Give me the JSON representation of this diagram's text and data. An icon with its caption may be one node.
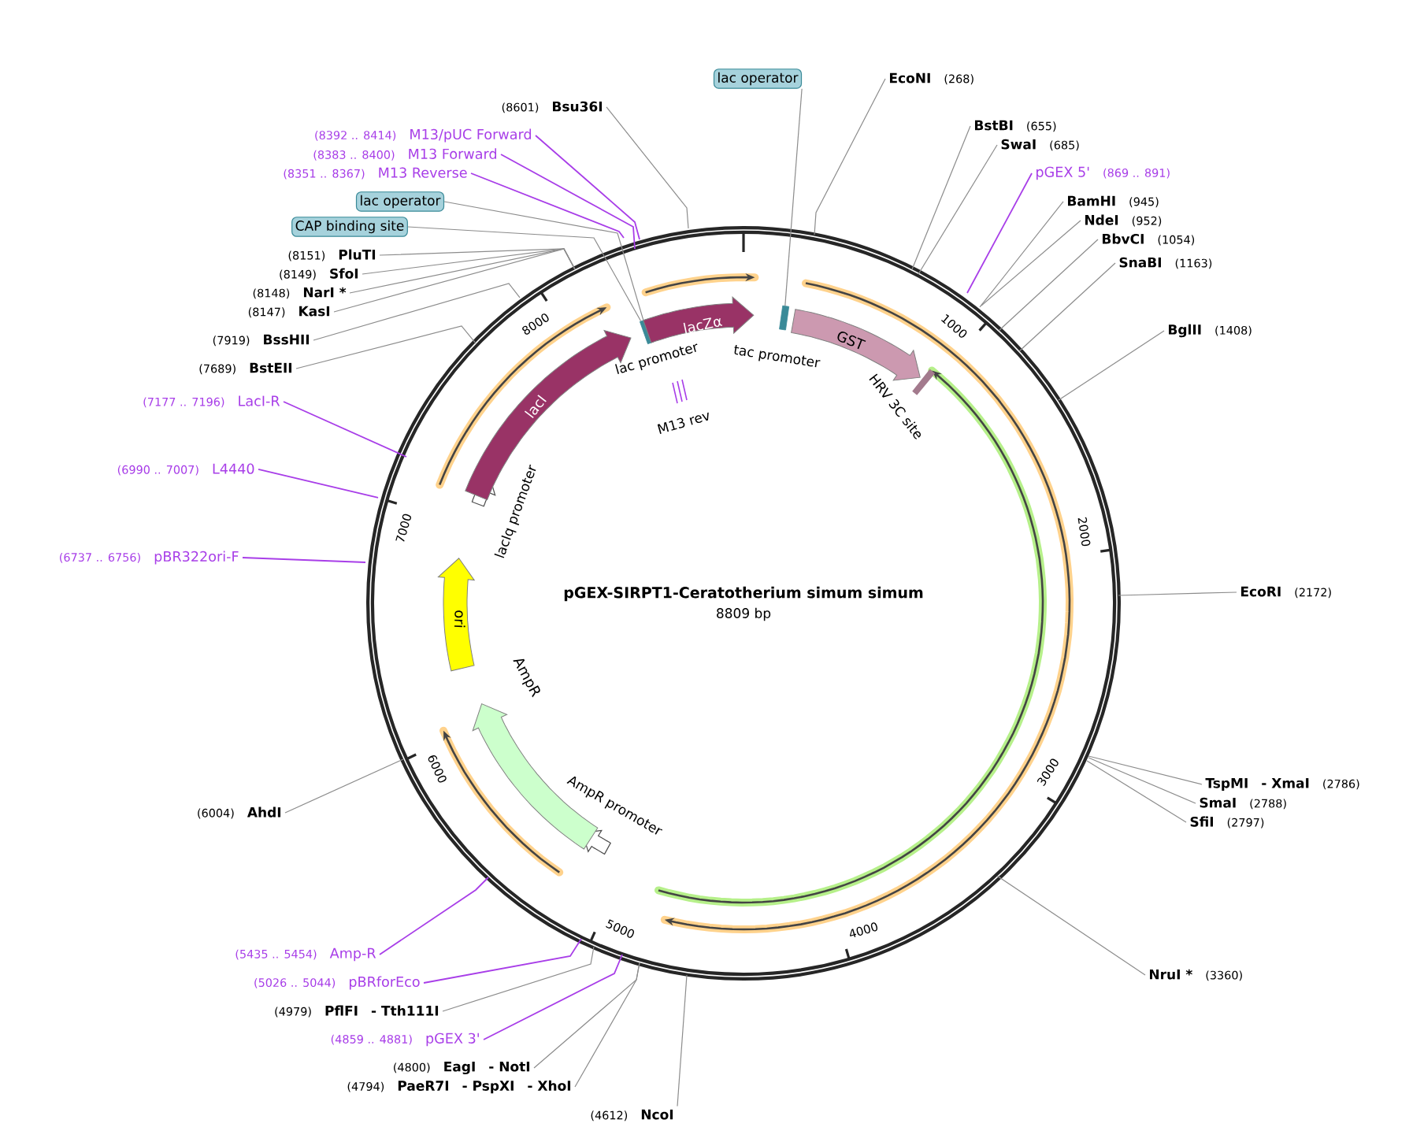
{
  "diagram": {
    "title": "pGEX-SIRPT1-Ceratotherium simum simum",
    "nodes": [
      {
        "text": [
          "(8601)",
          "Bsu36I"
        ]
      },
      {
        "text": [
          "(8392 .. 8414)",
          "M13/pUC Forward"
        ]
      },
      {
        "text": [
          "(8383 .. 8400)",
          "M13 Forward"
        ]
      },
      {
        "text": [
          "(8351 .. 8367)",
          "M13 Reverse"
        ]
      },
      {
        "text": [
          "lac operator"
        ]
      },
      {
        "text": [
          "CAP binding site"
        ]
      },
      {
        "text": [
          "(8151)",
          "PluTI"
        ]
      },
      {
        "text": [
          "(8149)",
          "SfoI"
        ]
      },
      {
        "text": [
          "(8148)",
          "NarI *"
        ]
      },
      {
        "text": [
          "(8147)",
          "KasI"
        ]
      },
      {
        "text": [
          "(7919)",
          "BssHII"
        ]
      },
      {
        "text": [
          "(7689)",
          "BstEII"
        ]
      },
      {
        "text": [
          "(7177 .. 7196)",
          "LacI-R"
        ]
      },
      {
        "text": [
          "(6990 .. 7007)",
          "L4440"
        ]
      },
      {
        "text": [
          "(6737 .. 6756)",
          "pBR322ori-F"
        ]
      },
      {
        "text": [
          "(6004)",
          "AhdI"
        ]
      },
      {
        "text": [
          "(5435 .. 5454)",
          "Amp-R"
        ]
      },
      {
        "text": [
          "(5026 .. 5044)",
          "pBRforEco"
        ]
      },
      {
        "text": [
          "(4979)",
          "PflFI",
          "- Tth111I"
        ]
      },
      {
        "text": [
          "(4859 .. 4881)",
          "pGEX 3'"
        ]
      },
      {
        "text": [
          "(4800)",
          "EagI",
          "- NotI"
        ]
      },
      {
        "text": [
          "(4794)",
          "PaeR7I",
          "- PspXI",
          "- XhoI"
        ]
      },
      {
        "text": [
          "(4612)",
          "NcoI"
        ]
      },
      {
        "text": [
          "lac operator"
        ]
      },
      {
        "text": [
          "EcoNI",
          "(268)"
        ]
      },
      {
        "text": [
          "BstBI",
          "(655)"
        ]
      },
      {
        "text": [
          "SwaI",
          "(685)"
        ]
      },
      {
        "text": [
          "pGEX 5'",
          "(869 .. 891)"
        ]
      },
      {
        "text": [
          "BamHI",
          "(945)"
        ]
      },
      {
        "text": [
          "NdeI",
          "(952)"
        ]
      },
      {
        "text": [
          "BbvCI",
          "(1054)"
        ]
      },
      {
        "text": [
          "SnaBI",
          "(1163)"
        ]
      },
      {
        "text": [
          "BglII",
          "(1408)"
        ]
      },
      {
        "text": [
          "EcoRI",
          "(2172)"
        ]
      },
      {
        "text": [
          "TspMI",
          "- XmaI",
          "(2786)"
        ]
      },
      {
        "text": [
          "SmaI",
          "(2788)"
        ]
      },
      {
        "text": [
          "SfiI",
          "(2797)"
        ]
      },
      {
        "text": [
          "NruI *",
          "(3360)"
        ]
      },
      {
        "text": [
          "lacI"
        ]
      },
      {
        "text": [
          "lacZα"
        ]
      },
      {
        "text": [
          "GST"
        ]
      },
      {
        "text": [
          "ori"
        ]
      },
      {
        "text": [
          "AmpR"
        ]
      },
      {
        "text": [],
        "shape": "box",
        "beside": [
          "lac promoter"
        ]
      },
      {
        "text": [],
        "shape": "box"
      }
    ],
    "edges": [
      {
        "from": 0,
        "to": null,
        "arrow": "none"
      },
      {
        "from": 1,
        "to": null,
        "arrow": "none",
        "color": "#a83ee8"
      },
      {
        "from": 2,
        "to": null,
        "arrow": "none",
        "color": "#a83ee8"
      },
      {
        "from": 3,
        "to": null,
        "arrow": "none",
        "color": "#a83ee8"
      },
      {
        "from": 4,
        "to": 43,
        "arrow": "none"
      },
      {
        "from": 5,
        "to": 43,
        "arrow": "none"
      },
      {
        "from": 6,
        "to": null,
        "arrow": "none"
      },
      {
        "from": 7,
        "to": null,
        "arrow": "none"
      },
      {
        "from": 8,
        "to": null,
        "arrow": "none"
      },
      {
        "from": 9,
        "to": null,
        "arrow": "none"
      },
      {
        "from": 10,
        "to": null,
        "arrow": "none"
      },
      {
        "from": 11,
        "to": null,
        "arrow": "none"
      },
      {
        "from": 12,
        "to": null,
        "arrow": "none",
        "color": "#a83ee8"
      },
      {
        "from": 13,
        "to": null,
        "arrow": "none",
        "color": "#a83ee8"
      },
      {
        "from": 14,
        "to": null,
        "arrow": "none",
        "color": "#a83ee8"
      },
      {
        "from": 15,
        "to": null,
        "arrow": "none"
      },
      {
        "from": 16,
        "to": null,
        "arrow": "none",
        "color": "#a83ee8"
      },
      {
        "from": 17,
        "to": null,
        "arrow": "none",
        "color": "#a83ee8"
      },
      {
        "from": 18,
        "to": null,
        "arrow": "none"
      },
      {
        "from": 19,
        "to": null,
        "arrow": "none",
        "color": "#a83ee8"
      },
      {
        "from": 20,
        "to": null,
        "arrow": "none"
      },
      {
        "from": 21,
        "to": null,
        "arrow": "none"
      },
      {
        "from": 22,
        "to": null,
        "arrow": "none"
      },
      {
        "from": 23,
        "to": 44,
        "arrow": "none"
      },
      {
        "from": 24,
        "to": null,
        "arrow": "none"
      },
      {
        "from": 25,
        "to": null,
        "arrow": "none"
      },
      {
        "from": 26,
        "to": null,
        "arrow": "none"
      },
      {
        "from": 27,
        "to": null,
        "arrow": "none",
        "color": "#a83ee8"
      },
      {
        "from": 28,
        "to": null,
        "arrow": "none"
      },
      {
        "from": 29,
        "to": null,
        "arrow": "none"
      },
      {
        "from": 30,
        "to": null,
        "arrow": "none"
      },
      {
        "from": 31,
        "to": null,
        "arrow": "none"
      },
      {
        "from": 32,
        "to": null,
        "arrow": "none"
      },
      {
        "from": 33,
        "to": null,
        "arrow": "none"
      },
      {
        "from": 34,
        "to": null,
        "arrow": "none"
      },
      {
        "from": 35,
        "to": null,
        "arrow": "none"
      },
      {
        "from": 36,
        "to": null,
        "arrow": "none"
      },
      {
        "from": 37,
        "to": null,
        "arrow": "none"
      }
    ],
    "labels": [
      "M13 rev",
      "HRV 3C site",
      "lacIq promoter",
      "AmpR promoter",
      "1000",
      "2000",
      "3000",
      "4000",
      "5000",
      "6000",
      "7000",
      "8000",
      "8809 bp",
      "tac promoter"
    ]
  }
}
